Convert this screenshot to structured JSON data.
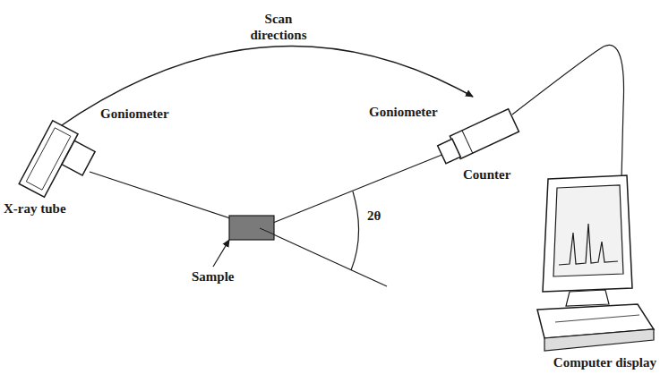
{
  "diagram": {
    "labels": [
      "Scan directions",
      "Goniometer",
      "Goniometer",
      "X-ray tube",
      "Counter",
      "Sample",
      "2θ",
      "Computer display"
    ]
  }
}
